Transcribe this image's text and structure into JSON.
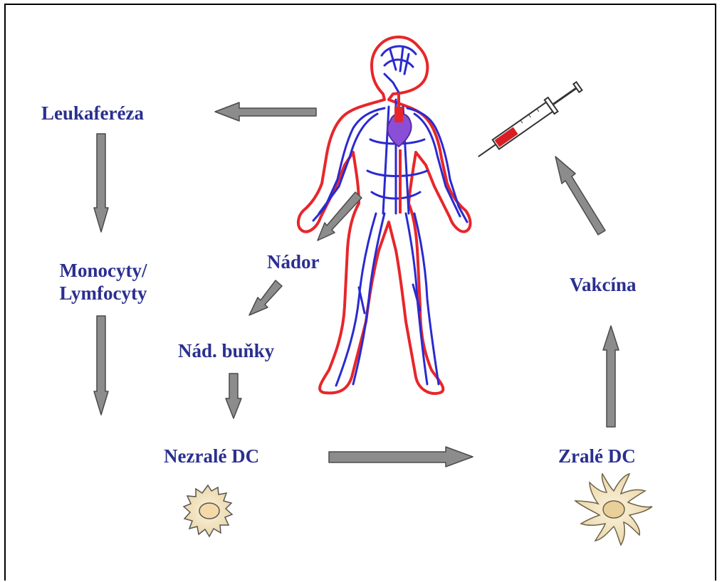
{
  "labels": {
    "leukafereza": "Leukaferéza",
    "monocyty_line1": "Monocyty/",
    "monocyty_line2": "Lymfocyty",
    "nador": "Nádor",
    "nad_bunky": "Nád. buňky",
    "nezrale_dc": "Nezralé DC",
    "zrale_dc": "Zralé DC",
    "vakcina": "Vakcína"
  },
  "colors": {
    "label": "#2b2f8f",
    "arrow_fill": "#8c8c8c",
    "arrow_stroke": "#4a4a4a",
    "body_outline": "#e8262a",
    "vessels": "#2a2ad0",
    "syringe_red": "#d81e24",
    "cell_fill": "#f2e4c2"
  },
  "icons": [
    "human-circulatory-figure-icon",
    "syringe-icon",
    "immature-dendritic-cell-icon",
    "mature-dendritic-cell-icon"
  ]
}
